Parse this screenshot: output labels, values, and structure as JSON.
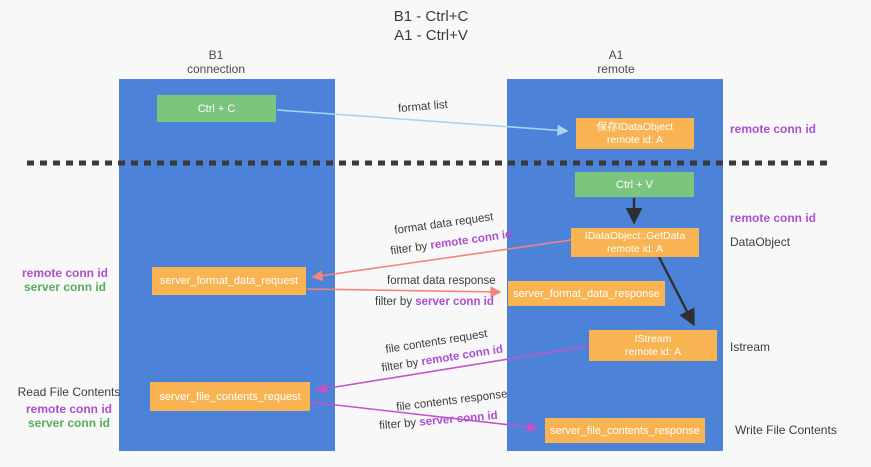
{
  "title": {
    "line1": "B1 - Ctrl+C",
    "line2": "A1 - Ctrl+V"
  },
  "lanes": {
    "left": {
      "name": "B1",
      "type": "connection"
    },
    "right": {
      "name": "A1",
      "type": "remote"
    }
  },
  "boxes": {
    "ctrl_c": {
      "label": "Ctrl + C"
    },
    "save_dataobject": {
      "line1": "保存IDataObject",
      "line2": "remote id: A"
    },
    "ctrl_v": {
      "label": "Ctrl + V"
    },
    "getdata": {
      "line1": "IDataObject::GetData",
      "line2": "remote id: A"
    },
    "format_request": {
      "label": "server_format_data_request"
    },
    "format_response": {
      "label": "server_format_data_response"
    },
    "istream": {
      "line1": "IStream",
      "line2": "remote id: A"
    },
    "file_request": {
      "label": "server_file_contents_request"
    },
    "file_response": {
      "label": "server_file_contents_response"
    }
  },
  "flow_labels": {
    "format_list": "format list",
    "format_request": "format data request",
    "format_request_filter": {
      "prefix": "filter by ",
      "id": "remote conn id"
    },
    "format_response": "format data response",
    "format_response_filter": {
      "prefix": "filter by ",
      "id": "server conn id"
    },
    "file_request": "file contents request",
    "file_request_filter": {
      "prefix": "filter by ",
      "id": "remote conn id"
    },
    "file_response": "file contents response",
    "file_response_filter": {
      "prefix": "filter by ",
      "id": "server conn id"
    }
  },
  "side_labels": {
    "right_remote_conn_top": "remote conn id",
    "right_remote_conn_mid": "remote conn id",
    "right_dataobject": "DataObject",
    "right_istream": "Istream",
    "right_write_file": "Write File Contents",
    "left_remote_conn_top": "remote conn id",
    "left_server_conn_top": "server conn id",
    "left_read_file": "Read File Contents",
    "left_remote_conn_bottom": "remote conn id",
    "left_server_conn_bottom": "server conn id"
  },
  "colors": {
    "bg": "#f8f8f8",
    "lane_blue": "#4d82d9",
    "green_box": "#7cc57d",
    "orange_box": "#f8b353",
    "purple": "#ad4fd0",
    "green_text": "#56ad5a",
    "arrow_blue": "#a9d4f4",
    "arrow_salmon": "#f4837b",
    "arrow_magenta": "#c553c8",
    "arrow_black": "#2f2f2f"
  }
}
